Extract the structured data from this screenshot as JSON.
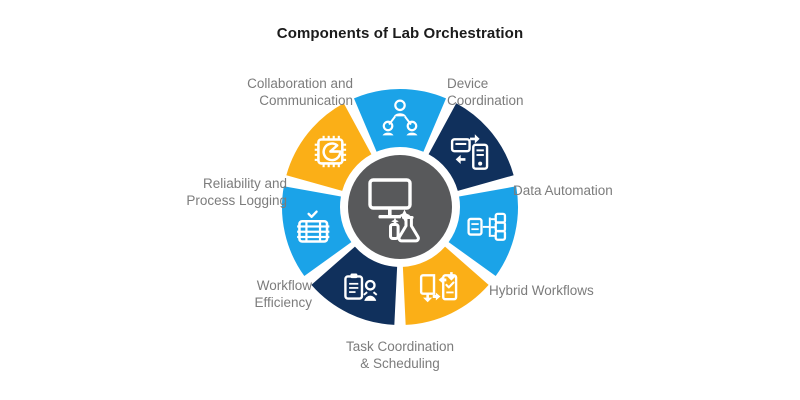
{
  "title": "Components of Lab Orchestration",
  "colors": {
    "bright_blue": "#1ba3e8",
    "navy": "#10305c",
    "amber": "#fbaf17",
    "hub_gray": "#58595b",
    "label_gray": "#7c7c7c",
    "title_black": "#1b1b1b",
    "background": "#ffffff"
  },
  "hub": {
    "icon": "computer-monitor-flask-icon",
    "color": "#58595b"
  },
  "segments": [
    {
      "id": "collaboration",
      "label": "Collaboration and\nCommunication",
      "color": "#1ba3e8",
      "icon": "people-network-icon",
      "position": "top-left"
    },
    {
      "id": "device-coordination",
      "label": "Device\nCoordination",
      "color": "#10305c",
      "icon": "device-sync-icon",
      "position": "top-right"
    },
    {
      "id": "data-automation",
      "label": "Data Automation",
      "color": "#1ba3e8",
      "icon": "database-branch-icon",
      "position": "right"
    },
    {
      "id": "hybrid-workflows",
      "label": "Hybrid Workflows",
      "color": "#fbaf17",
      "icon": "document-exchange-icon",
      "position": "bottom-right"
    },
    {
      "id": "task-coordination",
      "label": "Task Coordination\n& Scheduling",
      "color": "#10305c",
      "icon": "clipboard-person-icon",
      "position": "bottom"
    },
    {
      "id": "workflow-efficiency",
      "label": "Workflow\nEfficiency",
      "color": "#1ba3e8",
      "icon": "checklist-stack-icon",
      "position": "bottom-left"
    },
    {
      "id": "reliability-logging",
      "label": "Reliability and\nProcess Logging",
      "color": "#fbaf17",
      "icon": "microchip-gauge-icon",
      "position": "left"
    }
  ]
}
